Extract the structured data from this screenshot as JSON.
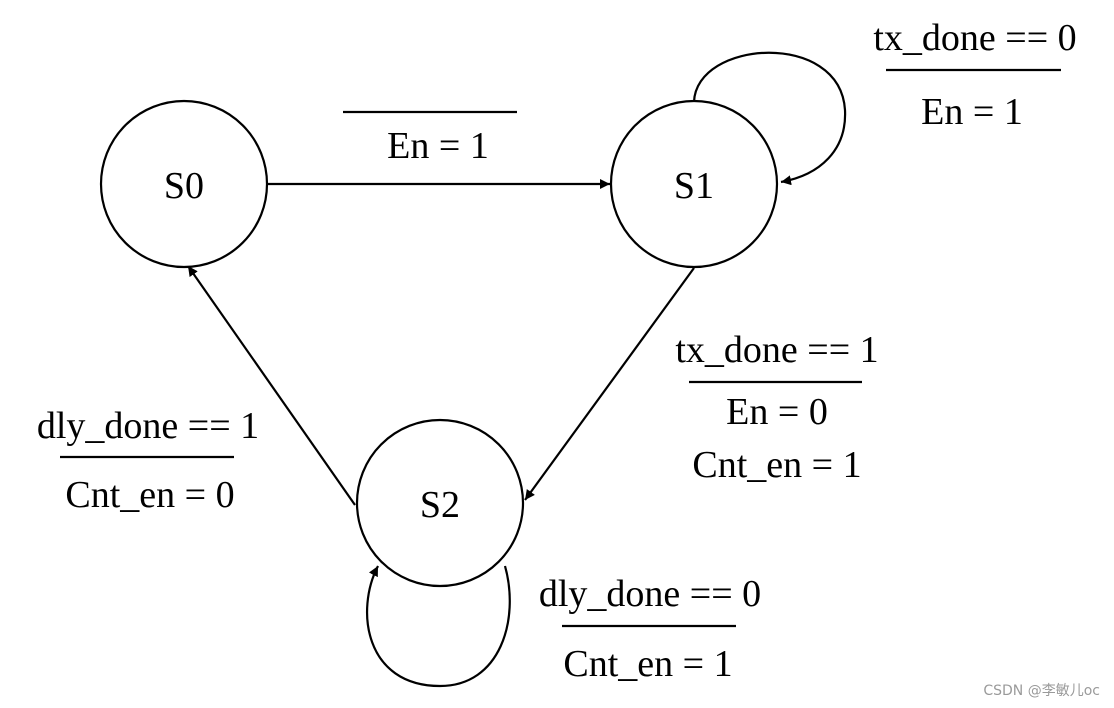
{
  "states": {
    "s0": "S0",
    "s1": "S1",
    "s2": "S2"
  },
  "transitions": {
    "s0_to_s1": {
      "output": "En = 1"
    },
    "s1_self": {
      "condition": "tx_done == 0",
      "output": "En = 1"
    },
    "s1_to_s2": {
      "condition": "tx_done == 1",
      "output_1": "En = 0",
      "output_2": "Cnt_en = 1"
    },
    "s2_to_s0": {
      "condition": "dly_done == 1",
      "output": "Cnt_en = 0"
    },
    "s2_self": {
      "condition": "dly_done == 0",
      "output": "Cnt_en = 1"
    }
  },
  "watermark": "CSDN @李敏儿oc"
}
